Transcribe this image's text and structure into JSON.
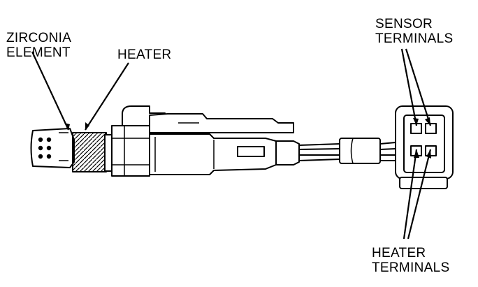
{
  "labels": {
    "zirconia_element": [
      "ZIRCONIA",
      "ELEMENT"
    ],
    "heater": "HEATER",
    "sensor_terminals": [
      "SENSOR",
      "TERMINALS"
    ],
    "heater_terminals": [
      "HEATER",
      "TERMINALS"
    ]
  },
  "colors": {
    "ink": "#000000",
    "paper": "#ffffff",
    "shade": "#c8c8c8"
  }
}
